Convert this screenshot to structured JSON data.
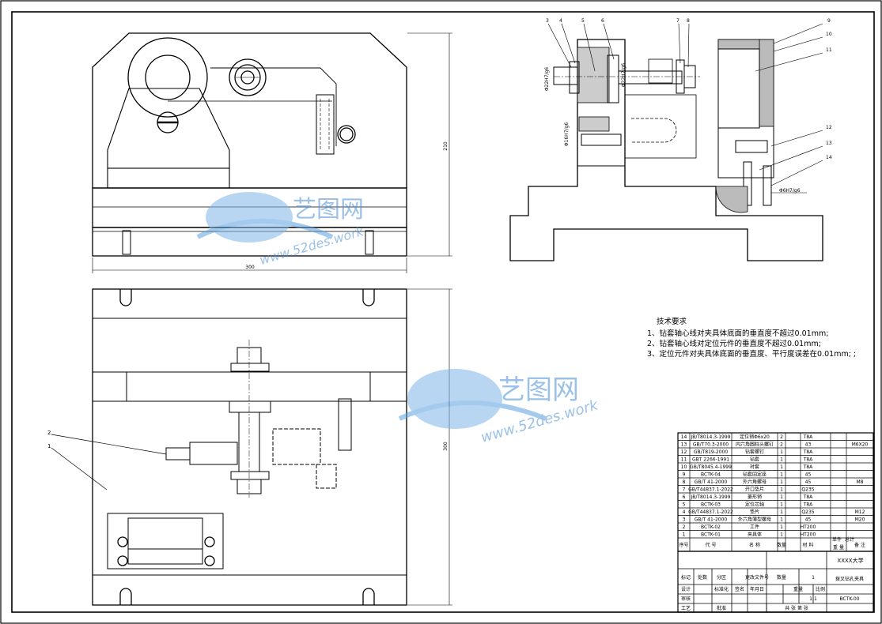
{
  "views": {
    "front_dim_width": "300",
    "front_dim_height": "210",
    "top_dim_height": "300"
  },
  "section": {
    "callouts": [
      "3",
      "4",
      "5",
      "6",
      "7",
      "8",
      "9",
      "10",
      "11",
      "12",
      "13",
      "14"
    ],
    "fits": [
      "Φ22H7/g6",
      "Φ22H7/g6",
      "Φ16H7/g6",
      "Φ6H7/g6"
    ]
  },
  "top_view": {
    "callouts": [
      "2",
      "1"
    ]
  },
  "tech": {
    "title": "技术要求",
    "lines": [
      "1、钻套轴心线对夹具体底面的垂直度不超过0.01mm;",
      "2、钻套轴心线对定位元件的垂直度不超过0.01mm;",
      "3、定位元件对夹具体底面的垂直度、平行度误差在0.01mm; ;"
    ]
  },
  "bom": {
    "rows": [
      {
        "no": "14",
        "code": "JB/T8014.3-1999",
        "name": "定位销Φ6x20",
        "qty": "2",
        "mat": "T8A",
        "note": "",
        "note2": ""
      },
      {
        "no": "13",
        "code": "GB/T70.3-2000",
        "name": "内六角圆柱头螺钉",
        "qty": "2",
        "mat": "43",
        "note": "",
        "note2": "M6X20"
      },
      {
        "no": "12",
        "code": "GB/T819-2000",
        "name": "钻套螺钉",
        "qty": "1",
        "mat": "T8A",
        "note": "",
        "note2": ""
      },
      {
        "no": "11",
        "code": "GBT 2266-1991",
        "name": "钻套",
        "qty": "1",
        "mat": "T8A",
        "note": "",
        "note2": ""
      },
      {
        "no": "10",
        "code": "GB/T8045.4-1999",
        "name": "衬套",
        "qty": "1",
        "mat": "T8A",
        "note": "",
        "note2": ""
      },
      {
        "no": "9",
        "code": "BCTK-04",
        "name": "钻套固定座",
        "qty": "1",
        "mat": "45",
        "note": "",
        "note2": ""
      },
      {
        "no": "8",
        "code": "GB/T 41-2000",
        "name": "外六角螺母",
        "qty": "1",
        "mat": "45",
        "note": "",
        "note2": "M8"
      },
      {
        "no": "7",
        "code": "GB/T44837.1-2022",
        "name": "开口垫片",
        "qty": "1",
        "mat": "Q235",
        "note": "",
        "note2": ""
      },
      {
        "no": "6",
        "code": "JB/T8014.3-1999",
        "name": "菱形销",
        "qty": "1",
        "mat": "T8A",
        "note": "",
        "note2": ""
      },
      {
        "no": "5",
        "code": "BCTK-03",
        "name": "定位芯轴",
        "qty": "1",
        "mat": "T8A",
        "note": "",
        "note2": ""
      },
      {
        "no": "4",
        "code": "GB/T44837.1-2022",
        "name": "垫片",
        "qty": "1",
        "mat": "Q235",
        "note": "",
        "note2": "M12"
      },
      {
        "no": "3",
        "code": "GB/T 41-2000",
        "name": "外六角薄型螺母",
        "qty": "1",
        "mat": "45",
        "note": "",
        "note2": "M20"
      },
      {
        "no": "2",
        "code": "BCTK-02",
        "name": "工件",
        "qty": "1",
        "mat": "HT200",
        "note": "",
        "note2": ""
      },
      {
        "no": "1",
        "code": "BCTK-01",
        "name": "夹具体",
        "qty": "1",
        "mat": "HT200",
        "note": "",
        "note2": ""
      }
    ],
    "header": {
      "no": "序号",
      "code": "代    号",
      "name": "名    称",
      "qty": "数量",
      "mat": "材    料",
      "single": "单件",
      "total": "总计",
      "weight": "重  量",
      "remark": "备  注"
    }
  },
  "title_block": {
    "school": "XXXX大学",
    "drawing_name": "拨叉钻孔夹具",
    "drawing_no": "BCTK-00",
    "scale_label": "比例",
    "scale": "1:1",
    "qty_label": "数量",
    "qty": "1",
    "weight_label": "重量",
    "sheet_label": "共   张   第   张",
    "row_labels": [
      "标记",
      "处数",
      "分区",
      "更改文件号",
      "签名",
      "年月日",
      "设计",
      "标准化",
      "审核",
      "工艺",
      "批准"
    ]
  },
  "watermark": {
    "brand": "艺图网",
    "url": "www.52des.work"
  }
}
